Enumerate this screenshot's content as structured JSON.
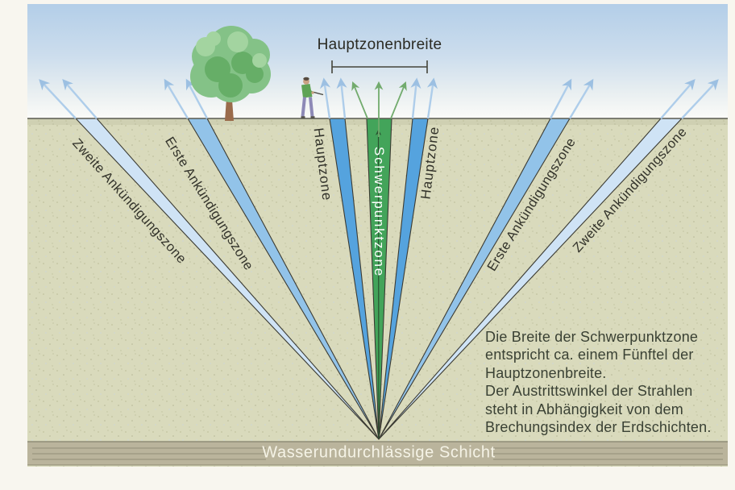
{
  "diagram": {
    "measure_label": "Hauptzonenbreite",
    "zone_labels": {
      "zweite_left": "Zweite Ankündigungszone",
      "erste_left": "Erste Ankündigungszone",
      "hauptzone_left": "Hauptzone",
      "schwerpunktzone": "Schwerpunktzone",
      "hauptzone_right": "Hauptzone",
      "erste_right": "Erste Ankündigungszone",
      "zweite_right": "Zweite Ankündigungszone"
    },
    "bottom_layer_label": "Wasserundurchlässige Schicht",
    "annotation": {
      "line1": "Die Breite der Schwerpunktzone",
      "line2": "entspricht ca. einem Fünftel der",
      "line3": "Hauptzonenbreite.",
      "line4": "Der Austrittswinkel der Strahlen",
      "line5": "steht in Abhängigkeit von dem",
      "line6": "Brechungsindex der Erdschichten."
    },
    "colors": {
      "sky_top": "#b3cee8",
      "soil": "#d9dabc",
      "schwerpunktzone_green": "#43a45a",
      "hauptzone_blue": "#55a3de",
      "erste_zone_blue": "#92c3e9",
      "zweite_zone_blue": "#cfe3f5",
      "impermeable_layer": "#bab49c"
    }
  }
}
